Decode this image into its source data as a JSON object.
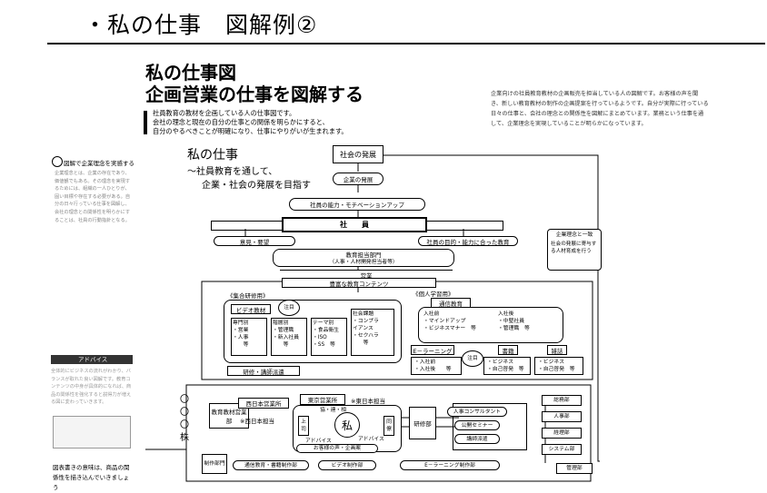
{
  "slide": {
    "title": "・私の仕事　図解例②"
  },
  "book": {
    "title_line1": "私の仕事図",
    "title_line2": "企画営業の仕事を図解する",
    "lead": "社員教育の教材を企画している人の仕事図です。\n会社の理念と現在の自分の仕事との関係を明らかにすると、\n自分のやるべきことが明確になり、仕事にやりがいが生まれます。",
    "right_text": "企業向けの社員教育教材の企画販売を担当している人の図解です。お客様の声を聞き、新しい教育教材の制作の企画提案を行っているようです。自分が実際に行っている日々の仕事と、会社の理念との関係性を図解にまとめています。業務という仕事を通して、企業理念を実現していることが明らかになっています。",
    "side_heading": "図解で企業理念を実感する",
    "side_body": "企業理念とは、企業の存在であり、価値観でもある。その理念を実現するためには、組織の一人ひとりが、固い目標や存在する必要がある。自分の日々行っている仕事を図解し、会社の理念との関係性を明らかにすることは、社員の行動指針となる。",
    "advice_label": "アドバイス",
    "advice_body": "全体的にビジネスの流れがわかり、バランスが取れた良い図解です。教育コンテンツの中身が具体的になれば、商品の関係性を強化すると説得力が増える図に変わっていきます。",
    "side_bottom": "図表書きの意味は、商品の関係性を描き込んでいきましょう"
  },
  "diagram": {
    "my_work_title": "私の仕事",
    "my_work_sub1": "～社員教育を通して、",
    "my_work_sub2": "企業・社会の発展を目指す",
    "society": "社会の発展",
    "company_growth": "企業の発展",
    "motivation": "社員の能力・モチベーションアップ",
    "employee": "社　　員",
    "opinions": "意見・要望",
    "purpose_ed": "社員の目的・能力に合った教育",
    "dept_name": "教育担当部門",
    "dept_sub": "（人事・人材開発担当者等）",
    "sales": "営業",
    "contents": "豊富な教育コンテンツ",
    "philosophy_head": "企業理念と一致",
    "philosophy_body": "社会の発展に寄与する人材育成を行う",
    "group": {
      "title": "《集合研修用》",
      "video": "ビデオ教材",
      "attention": "注目",
      "c1": "専門別\n・営業\n・人事\n　　等",
      "c2": "階層別\n・管理職\n・新入社員\n　　等",
      "c3": "テーマ別\n・食品衛生\n・ISO\n・SS　等",
      "c4": "社会課題\n・コンプラ\nイアンス\n・セクハラ\n　　等",
      "training": "研修・講師派遣"
    },
    "personal": {
      "title": "《個人学習用》",
      "course": "通信教育",
      "p1": "入社前\n・マインドアップ\n・ビジネスマナー　等",
      "p2": "入社後\n・中堅社員\n・管理職　等",
      "elearning": "E－ラーニング",
      "e1": "・入社前\n・入社後　　等",
      "attention": "注目",
      "books": "書籍",
      "b1": "・ビジネス\n・自己啓発　等",
      "magazine": "雑誌",
      "m1": "・ビジネス\n・自己啓発　等"
    },
    "company": {
      "mark1": "〇〇〇株",
      "sales_dept": "教育教材営業部",
      "west": "西日本営業所",
      "west_note": "※西日本担当",
      "east": "東京営業所",
      "east_note": "※東日本担当",
      "lower": "上司",
      "advice1": "アドバイス",
      "me": "私",
      "coop": "協・連・相",
      "colleague": "同僚",
      "advice2": "アドバイス",
      "voice": "お客様の声・企画案",
      "training_dept": "研修部",
      "hr": "人事コンサルタント",
      "seminar": "公開セミナー",
      "lecturer": "講師派遣",
      "d1": "総務部",
      "d2": "人事部",
      "d3": "経理部",
      "d4": "システム部",
      "production": "制作部門",
      "prod1": "通信教育・書籍制作部",
      "prod2": "ビデオ制作部",
      "prod3": "E－ラーニング制作部",
      "admin": "管理部"
    }
  }
}
